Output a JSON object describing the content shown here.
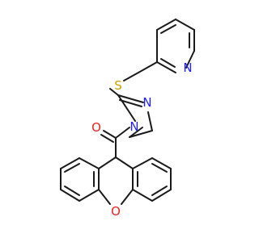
{
  "molecule": {
    "atoms": {
      "N_pyridine": {
        "symbol": "N",
        "color": "#2222ee"
      },
      "S_thioether": {
        "symbol": "S",
        "color": "#c8a000"
      },
      "N_imine": {
        "symbol": "N",
        "color": "#2222ee"
      },
      "N_amide": {
        "symbol": "N",
        "color": "#2222ee"
      },
      "O_carbonyl": {
        "symbol": "O",
        "color": "#ee2222"
      },
      "O_xanthene": {
        "symbol": "O",
        "color": "#ee2222"
      }
    },
    "bond_color": "#1a1a1a",
    "background": "#ffffff"
  }
}
